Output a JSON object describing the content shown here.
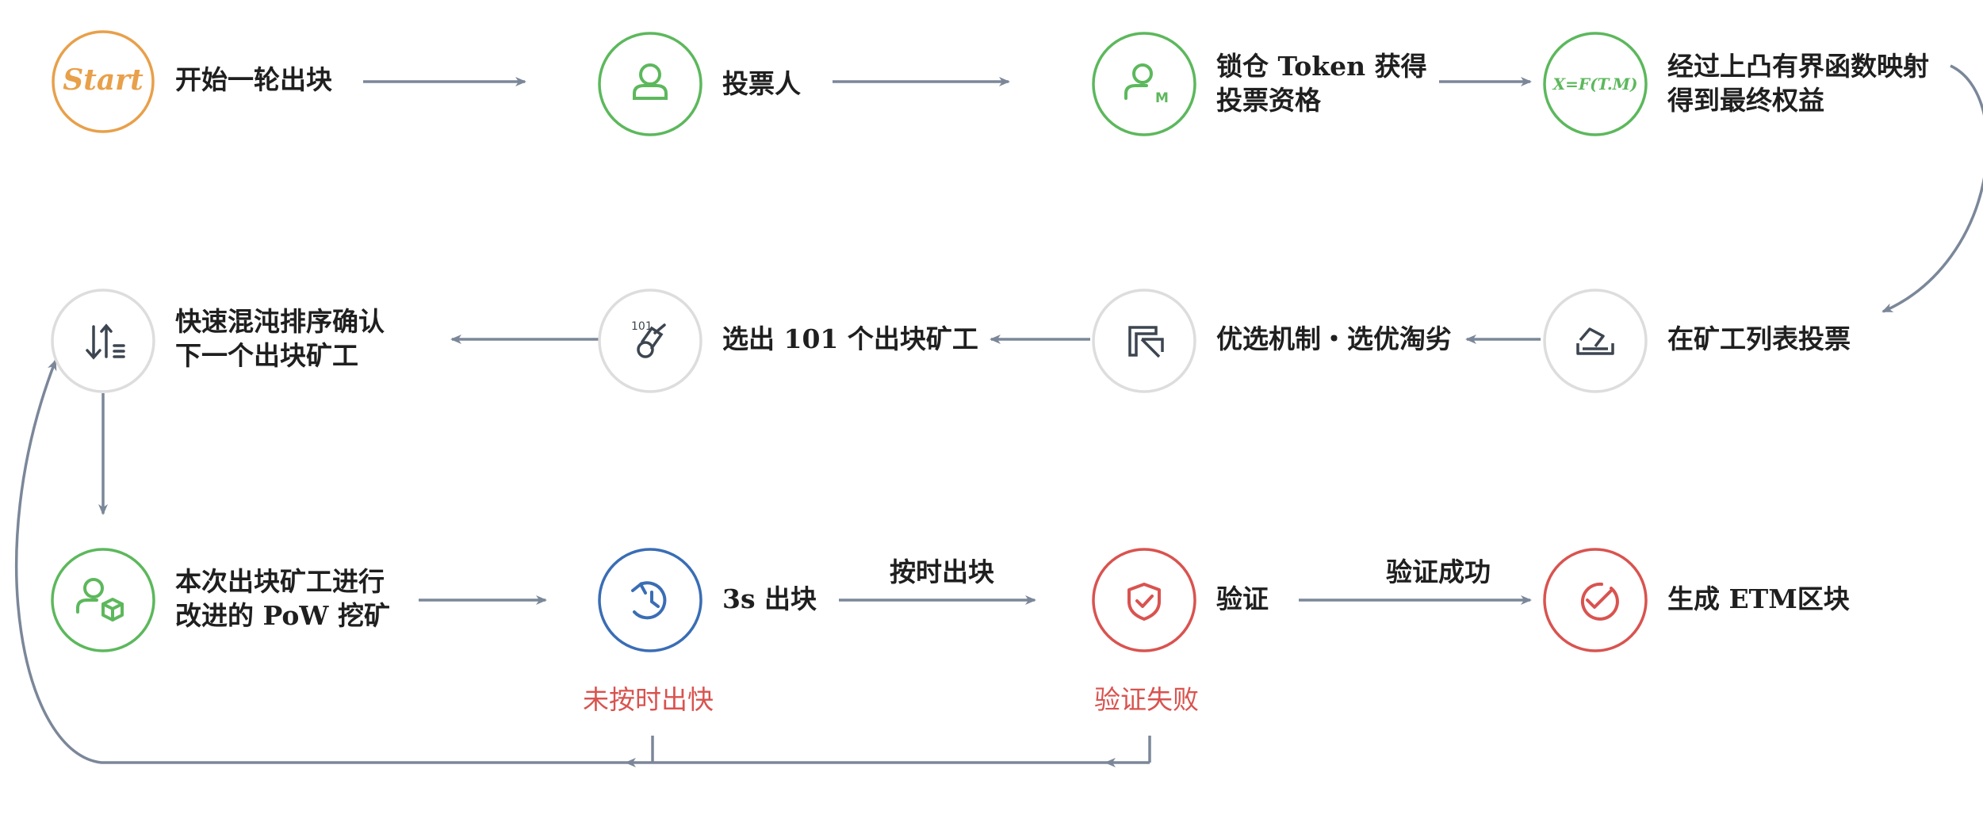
{
  "nodes": {
    "start": {
      "icon": "start-text",
      "text": "Start",
      "label": [
        "开始一轮出块"
      ]
    },
    "voter": {
      "icon": "user-icon",
      "label": [
        "投票人"
      ]
    },
    "lock_token": {
      "icon": "user-m-icon",
      "label": [
        "锁仓 Token 获得",
        "投票资格"
      ]
    },
    "mapping": {
      "icon": "formula-text",
      "text": "X=F(T.M)",
      "label": [
        "经过上凸有界函数映射",
        "得到最终权益"
      ]
    },
    "vote_list": {
      "icon": "ballot-icon",
      "label": [
        "在矿工列表投票"
      ]
    },
    "selection": {
      "icon": "corner-arrow-icon",
      "label": [
        "优选机制・选优淘劣"
      ]
    },
    "select_101": {
      "icon": "pick-101-icon",
      "text": "101",
      "label": [
        "选出 101 个出块矿工"
      ]
    },
    "chaos_sort": {
      "icon": "sort-icon",
      "label": [
        "快速混沌排序确认",
        "下一个出块矿工"
      ]
    },
    "pow_mining": {
      "icon": "user-box-icon",
      "label": [
        "本次出块矿工进行",
        "改进的 PoW 挖矿"
      ]
    },
    "block_3s": {
      "icon": "timer-icon",
      "label": [
        "3s 出块"
      ]
    },
    "verify": {
      "icon": "shield-check-icon",
      "label": [
        "验证"
      ]
    },
    "generate": {
      "icon": "check-circle-icon",
      "label": [
        "生成 ETM区块"
      ]
    }
  },
  "edge_labels": {
    "on_time": "按时出块",
    "verify_success": "验证成功",
    "not_on_time": "未按时出快",
    "verify_fail": "验证失败"
  },
  "colors": {
    "orange": "#e8a04a",
    "green": "#5cb85c",
    "grey": "#dddddd",
    "blue": "#3a6db5",
    "red": "#d9534f",
    "arrow": "#7b8799",
    "icon_dark": "#3c4550",
    "text": "#1f1f1f"
  }
}
